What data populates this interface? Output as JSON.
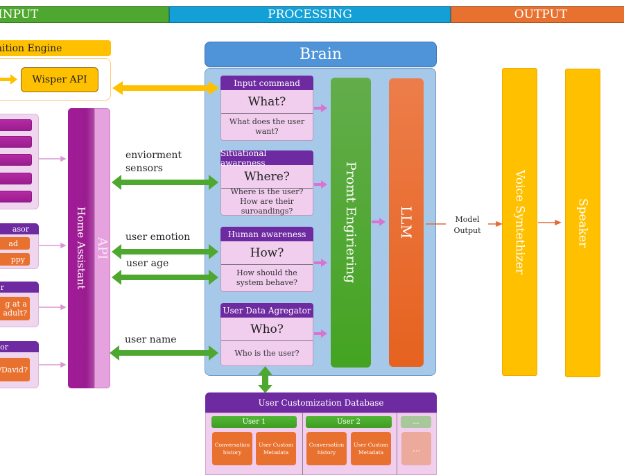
{
  "phases": {
    "input": "INPUT",
    "processing": "PROCESSING",
    "output": "OUTPUT"
  },
  "recognition": {
    "title": "Speech Recognition Engine",
    "title_visible": "nition Engine",
    "api": "Wisper API"
  },
  "sensors": {
    "emotion_panel": {
      "title": "Emotion sensor",
      "title_visible": "asor",
      "options": [
        "Sad",
        "Happy"
      ],
      "options_visible": [
        "ad",
        "ppy"
      ]
    },
    "age_panel": {
      "title": "Age sensor",
      "title_visible": "r",
      "question": "Am I talking at a child or an adult?",
      "question_visible": [
        "g at a",
        "adult?"
      ]
    },
    "name_panel": {
      "title": "Name sensor",
      "title_visible": "or",
      "question": "Is it Mario/David?",
      "question_visible": "o/David?"
    }
  },
  "home_assistant": {
    "label": "Home Assistant",
    "api_label": "API"
  },
  "links": {
    "environment": [
      "enviorment",
      "sensors"
    ],
    "emotion": "user emotion",
    "age": "user age",
    "name": "user name"
  },
  "brain": {
    "title": "Brain",
    "cards": [
      {
        "header": "Input command",
        "question": "What?",
        "description": "What does the user want?"
      },
      {
        "header": "Situational awareness",
        "question": "Where?",
        "description": "Where is the user? How are their suroandings?"
      },
      {
        "header": "Human awareness",
        "question": "How?",
        "description": "How should the system behave?"
      },
      {
        "header": "User Data Agregator",
        "question": "Who?",
        "description": "Who is the user?"
      }
    ],
    "prompt_engineering": "Promt Engiriering",
    "llm": "LLM"
  },
  "output": {
    "model_output": "Model Output",
    "voice": "Voice Syntethizer",
    "speaker": "Speaker"
  },
  "database": {
    "title": "User Customization Database",
    "users": [
      {
        "name": "User 1",
        "cells": [
          "Conversation history",
          "User Custom Metadata"
        ]
      },
      {
        "name": "User 2",
        "cells": [
          "Conversation history",
          "User Custom Metadata"
        ]
      }
    ],
    "more": "..."
  },
  "colors": {
    "input": "#4ea72e",
    "processing": "#12a0d6",
    "output": "#e9712f",
    "purple": "#6e2aa0",
    "magenta": "#9a1d90",
    "yellow": "#ffc000",
    "green_arrow": "#4ea72e",
    "pink_arrow": "#d874d0"
  }
}
